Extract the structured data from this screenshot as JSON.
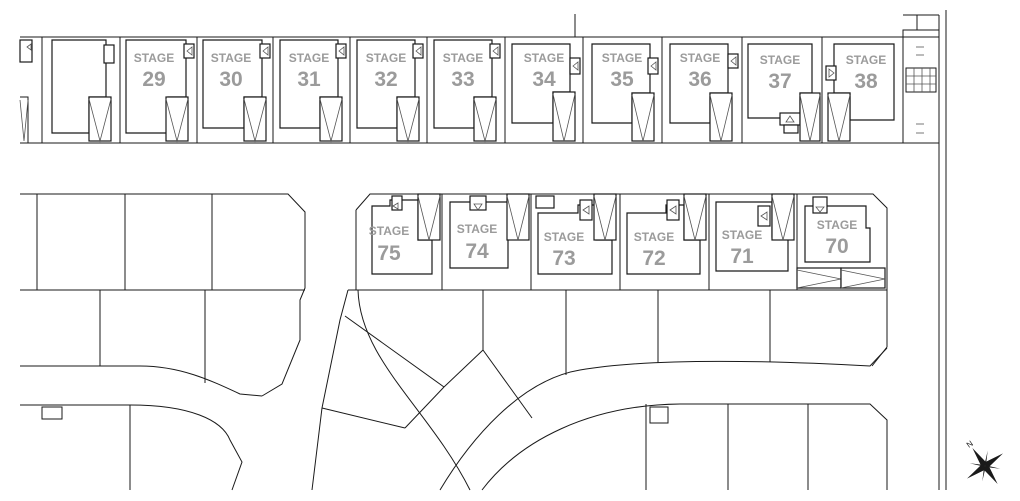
{
  "map": {
    "stage_word": "STAGE",
    "lots_top": [
      {
        "id": "lot-29",
        "stage": "29"
      },
      {
        "id": "lot-30",
        "stage": "30"
      },
      {
        "id": "lot-31",
        "stage": "31"
      },
      {
        "id": "lot-32",
        "stage": "32"
      },
      {
        "id": "lot-33",
        "stage": "33"
      },
      {
        "id": "lot-34",
        "stage": "34"
      },
      {
        "id": "lot-35",
        "stage": "35"
      },
      {
        "id": "lot-36",
        "stage": "36"
      },
      {
        "id": "lot-37",
        "stage": "37"
      },
      {
        "id": "lot-38",
        "stage": "38"
      }
    ],
    "lots_middle": [
      {
        "id": "lot-75",
        "stage": "75"
      },
      {
        "id": "lot-74",
        "stage": "74"
      },
      {
        "id": "lot-73",
        "stage": "73"
      },
      {
        "id": "lot-72",
        "stage": "72"
      },
      {
        "id": "lot-71",
        "stage": "71"
      },
      {
        "id": "lot-70",
        "stage": "70"
      }
    ],
    "compass_letter": "N",
    "colors": {
      "line": "#1a1a1a",
      "label": "#9b9b9b",
      "background": "#ffffff"
    }
  }
}
